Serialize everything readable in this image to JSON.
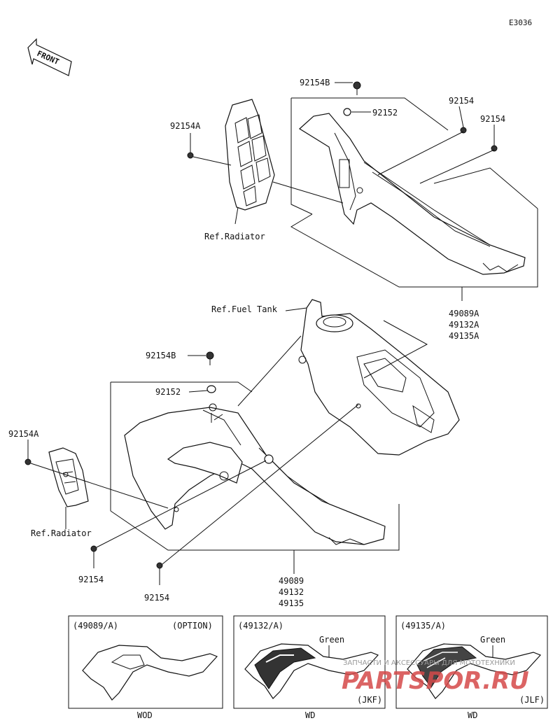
{
  "diagram_code": "E3036",
  "front_label": "FRONT",
  "top_assembly": {
    "bolt_b": "92154B",
    "washer": "92152",
    "bolt_1": "92154",
    "bolt_2": "92154",
    "bolt_a": "92154A",
    "ref_radiator": "Ref.Radiator",
    "part_numbers": [
      "49089A",
      "49132A",
      "49135A"
    ]
  },
  "fuel_tank_ref": "Ref.Fuel Tank",
  "bottom_assembly": {
    "bolt_b": "92154B",
    "washer": "92152",
    "bolt_a": "92154A",
    "ref_radiator": "Ref.Radiator",
    "bolt_1": "92154",
    "bolt_2": "92154",
    "part_numbers": [
      "49089",
      "49132",
      "49135"
    ]
  },
  "variants": [
    {
      "code": "(49089/A)",
      "note": "(OPTION)",
      "color": "",
      "model": "",
      "caption": "WOD"
    },
    {
      "code": "(49132/A)",
      "note": "",
      "color": "Green",
      "model": "(JKF)",
      "caption": "WD"
    },
    {
      "code": "(49135/A)",
      "note": "",
      "color": "Green",
      "model": "(JLF)",
      "caption": "WD"
    }
  ],
  "watermark": {
    "text": "ЗАПЧАСТИ И АКСЕССУАРЫ ДЛЯ МОТОТЕХНИКИ",
    "brand": "PARTSPOR.RU"
  }
}
